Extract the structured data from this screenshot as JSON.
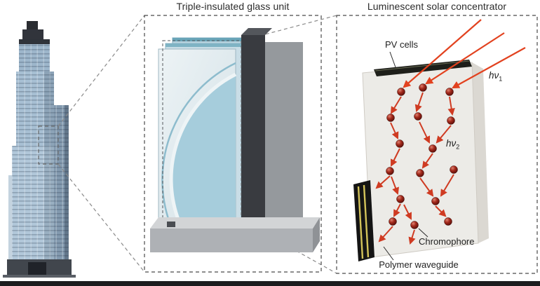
{
  "panels": {
    "glass_unit": {
      "title": "Triple-insulated glass unit"
    },
    "lsc": {
      "title": "Luminescent solar concentrator"
    }
  },
  "labels": {
    "pv_cells": "PV cells",
    "hv": "hν",
    "hv1_sub": "1",
    "hv2_sub": "2",
    "chromophore": "Chromophore",
    "polymer_waveguide": "Polymer waveguide"
  },
  "colors": {
    "incoming_ray_red": "#e2421f",
    "emitted_ray_red": "#cf3b22",
    "chromophore_dark_red": "#8c1d14",
    "pv_cell_yellow": "#d3c35a",
    "glass_blue": "#a6cddc",
    "frame_dark_gray": "#393b40"
  }
}
